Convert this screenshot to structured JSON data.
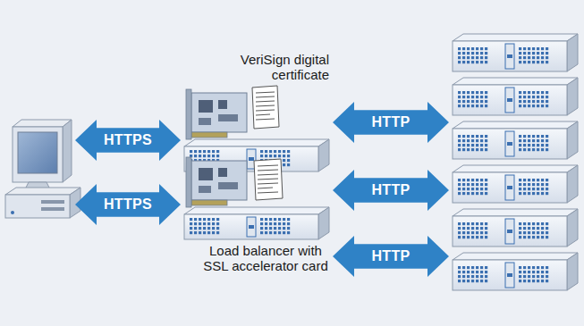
{
  "diagram": {
    "nodes": [
      {
        "text": [
          "HTTPS"
        ]
      },
      {
        "text": [
          "HTTPS"
        ]
      },
      {
        "text": [
          "HTTP"
        ]
      },
      {
        "text": [
          "HTTP"
        ]
      },
      {
        "text": [
          "HTTP"
        ]
      }
    ],
    "labels": [
      "VeriSign digital certificate",
      "Load balancer with SSL accelerator card"
    ]
  }
}
